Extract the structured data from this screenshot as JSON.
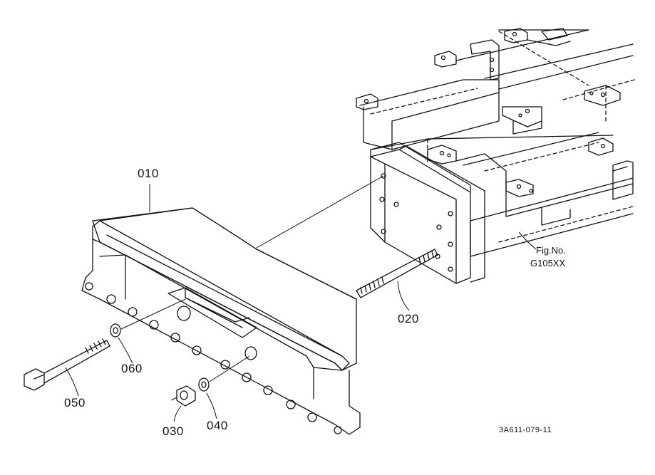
{
  "callouts": {
    "p010": "010",
    "p020": "020",
    "p030": "030",
    "p040": "040",
    "p050": "050",
    "p060": "060"
  },
  "figure_ref": {
    "line1": "Fig.No.",
    "line2": "G105XX"
  },
  "drawing_code": "3A611-079-11"
}
